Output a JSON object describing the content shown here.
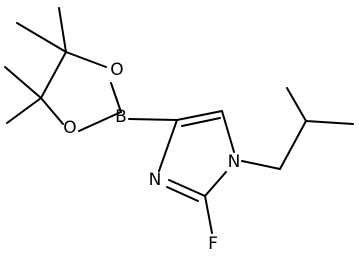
{
  "molecule": {
    "atoms": {
      "oxygen_top": "O",
      "oxygen_bottom": "O",
      "boron": "B",
      "nitrogen_ring": "N",
      "nitrogen_substituted": "N",
      "fluorine": "F"
    }
  }
}
